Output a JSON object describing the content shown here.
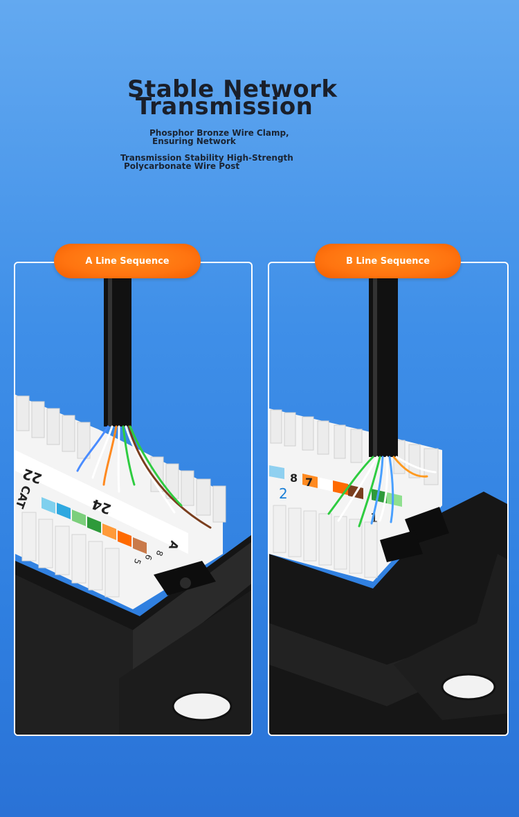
{
  "heading": {
    "title_line1": "Stable Network",
    "title_line2": "Transmission",
    "sub_line1": "Phosphor Bronze Wire Clamp,",
    "sub_line2": "Ensuring Network",
    "sub_line3": "Transmission Stability High-Strength",
    "sub_line4": "Polycarbonate Wire Post"
  },
  "panel_a": {
    "label": "A Line Sequence",
    "module_numbers": [
      "22",
      "24"
    ],
    "module_text": "CAT",
    "sequence_letter": "A",
    "pin_digits": [
      "8",
      "6",
      "5"
    ]
  },
  "panel_b": {
    "label": "B Line Sequence",
    "port_number": "2",
    "pin_digits": [
      "8",
      "7",
      "1"
    ]
  },
  "colors": {
    "accent_orange": "#ff7a14",
    "background_blue": "#3f8fe8",
    "panel_border": "#ffffff",
    "title_color": "#1a1f2a"
  }
}
